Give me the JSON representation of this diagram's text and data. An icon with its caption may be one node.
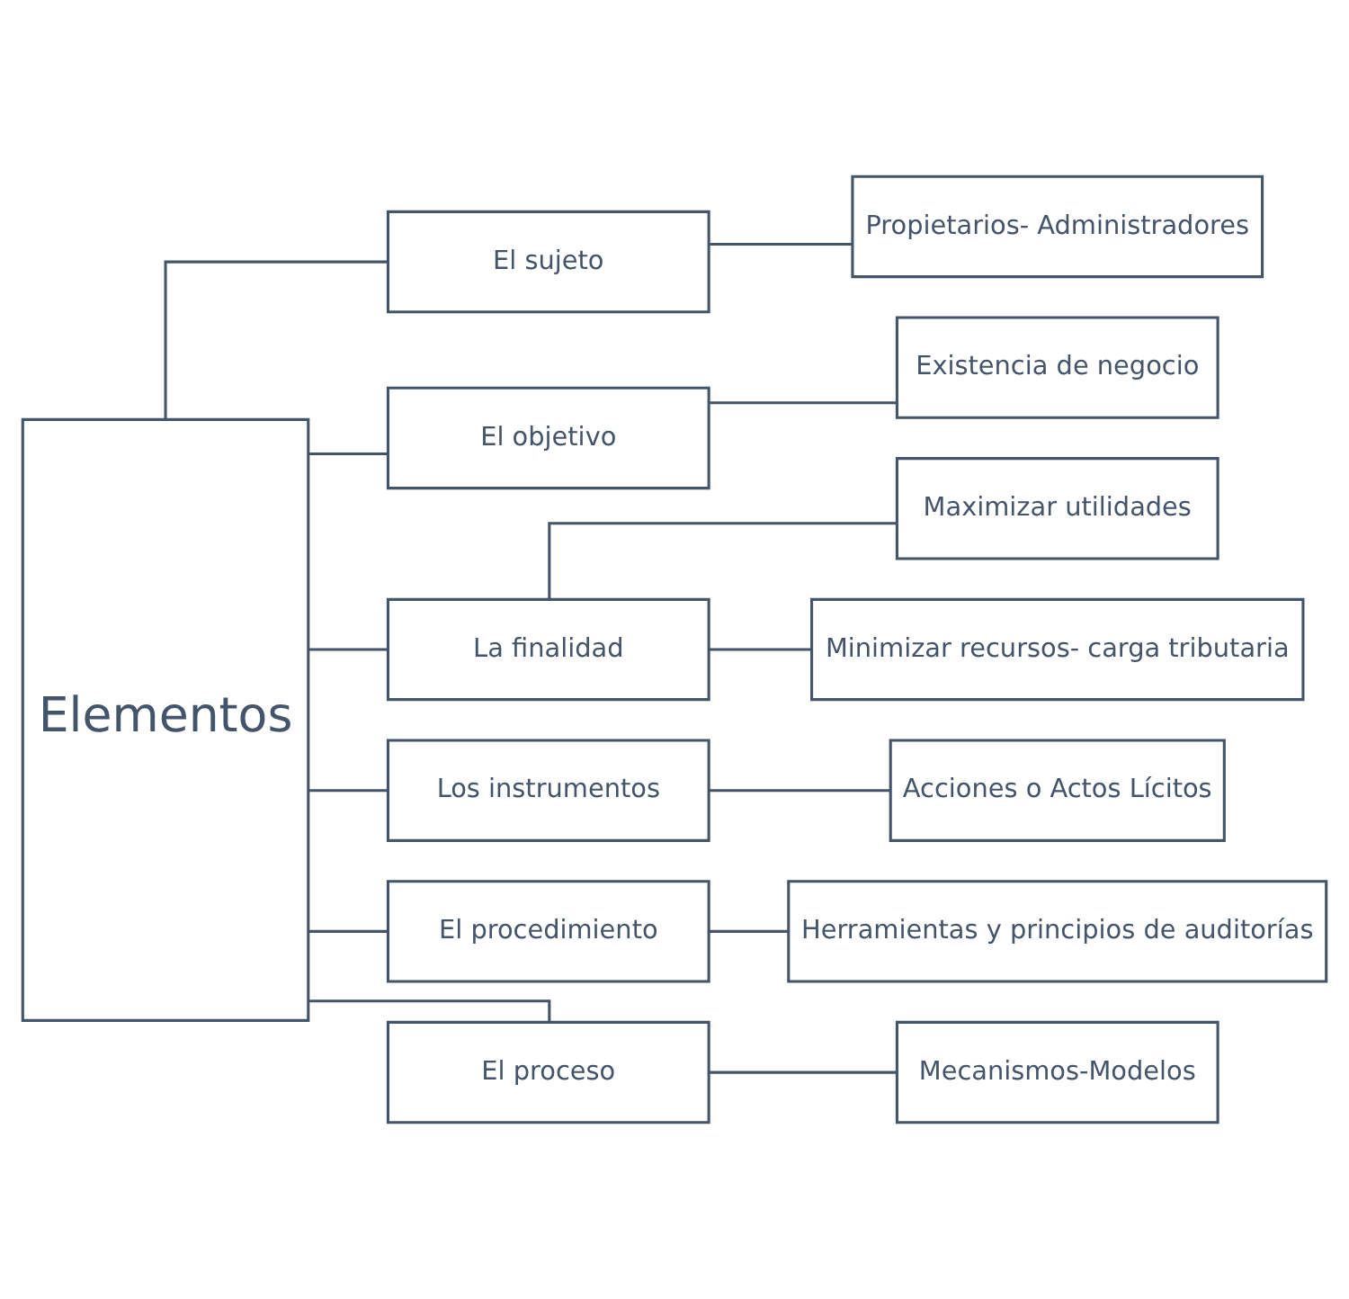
{
  "diagram": {
    "nodes": [
      {
        "text": [
          "Elementos"
        ]
      },
      {
        "text": [
          "El sujeto"
        ]
      },
      {
        "text": [
          "El objetivo"
        ]
      },
      {
        "text": [
          "La finalidad"
        ]
      },
      {
        "text": [
          "Los instrumentos"
        ]
      },
      {
        "text": [
          "El procedimiento"
        ]
      },
      {
        "text": [
          "El proceso"
        ]
      },
      {
        "text": [
          "Propietarios- Administradores"
        ]
      },
      {
        "text": [
          "Existencia de negocio"
        ]
      },
      {
        "text": [
          "Maximizar utilidades"
        ]
      },
      {
        "text": [
          "Minimizar recursos- carga tributaria"
        ]
      },
      {
        "text": [
          "Acciones o Actos Lícitos"
        ]
      },
      {
        "text": [
          "Herramientas y principios de auditorías"
        ]
      },
      {
        "text": [
          "Mecanismos-Modelos"
        ]
      }
    ],
    "edges": [
      {
        "from": 0,
        "to": 1,
        "arrow": "none"
      },
      {
        "from": 0,
        "to": 2,
        "arrow": "none"
      },
      {
        "from": 0,
        "to": 3,
        "arrow": "none"
      },
      {
        "from": 0,
        "to": 4,
        "arrow": "none"
      },
      {
        "from": 0,
        "to": 5,
        "arrow": "none"
      },
      {
        "from": 0,
        "to": 6,
        "arrow": "none"
      },
      {
        "from": 1,
        "to": 7,
        "arrow": "none"
      },
      {
        "from": 2,
        "to": 8,
        "arrow": "none"
      },
      {
        "from": 3,
        "to": 9,
        "arrow": "none"
      },
      {
        "from": 3,
        "to": 10,
        "arrow": "none"
      },
      {
        "from": 4,
        "to": 11,
        "arrow": "none"
      },
      {
        "from": 5,
        "to": 12,
        "arrow": "none"
      },
      {
        "from": 6,
        "to": 13,
        "arrow": "none"
      }
    ]
  }
}
